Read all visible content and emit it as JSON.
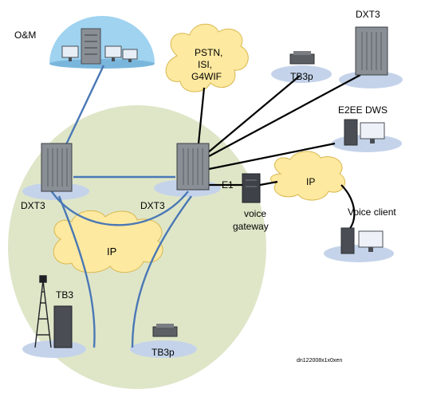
{
  "labels": {
    "om": "O&M",
    "pstn_line1": "PSTN,",
    "pstn_line2": "ISI,",
    "pstn_line3": "G4WIF",
    "tb3p_top": "TB3p",
    "dxt3_top": "DXT3",
    "e2ee": "E2EE DWS",
    "dxt3_left": "DXT3",
    "dxt3_center": "DXT3",
    "e1": "E1",
    "ip_right": "IP",
    "voice_gateway_line1": "voice",
    "voice_gateway_line2": "gateway",
    "voice_client": "Voice client",
    "ip_left": "IP",
    "tb3": "TB3",
    "tb3p_bottom": "TB3p",
    "doc_id": "dn122008x1x0xen"
  },
  "icons": {
    "server_rack": "server-rack-icon",
    "desktop": "desktop-computer-icon",
    "monitor": "monitor-icon",
    "radio_mast": "radio-mast-icon",
    "small_box": "terminal-box-icon",
    "cloud": "cloud-icon"
  },
  "colors": {
    "background": "#ffffff",
    "site_area": "#dfe6c8",
    "platform": "#c4d3ea",
    "dome": "#9fd3f0",
    "cloud": "#fde9a0",
    "cloud_stroke": "#d9b850",
    "link_blue": "#4a78b5",
    "link_black": "#000000",
    "rack": "#8a8f96"
  }
}
